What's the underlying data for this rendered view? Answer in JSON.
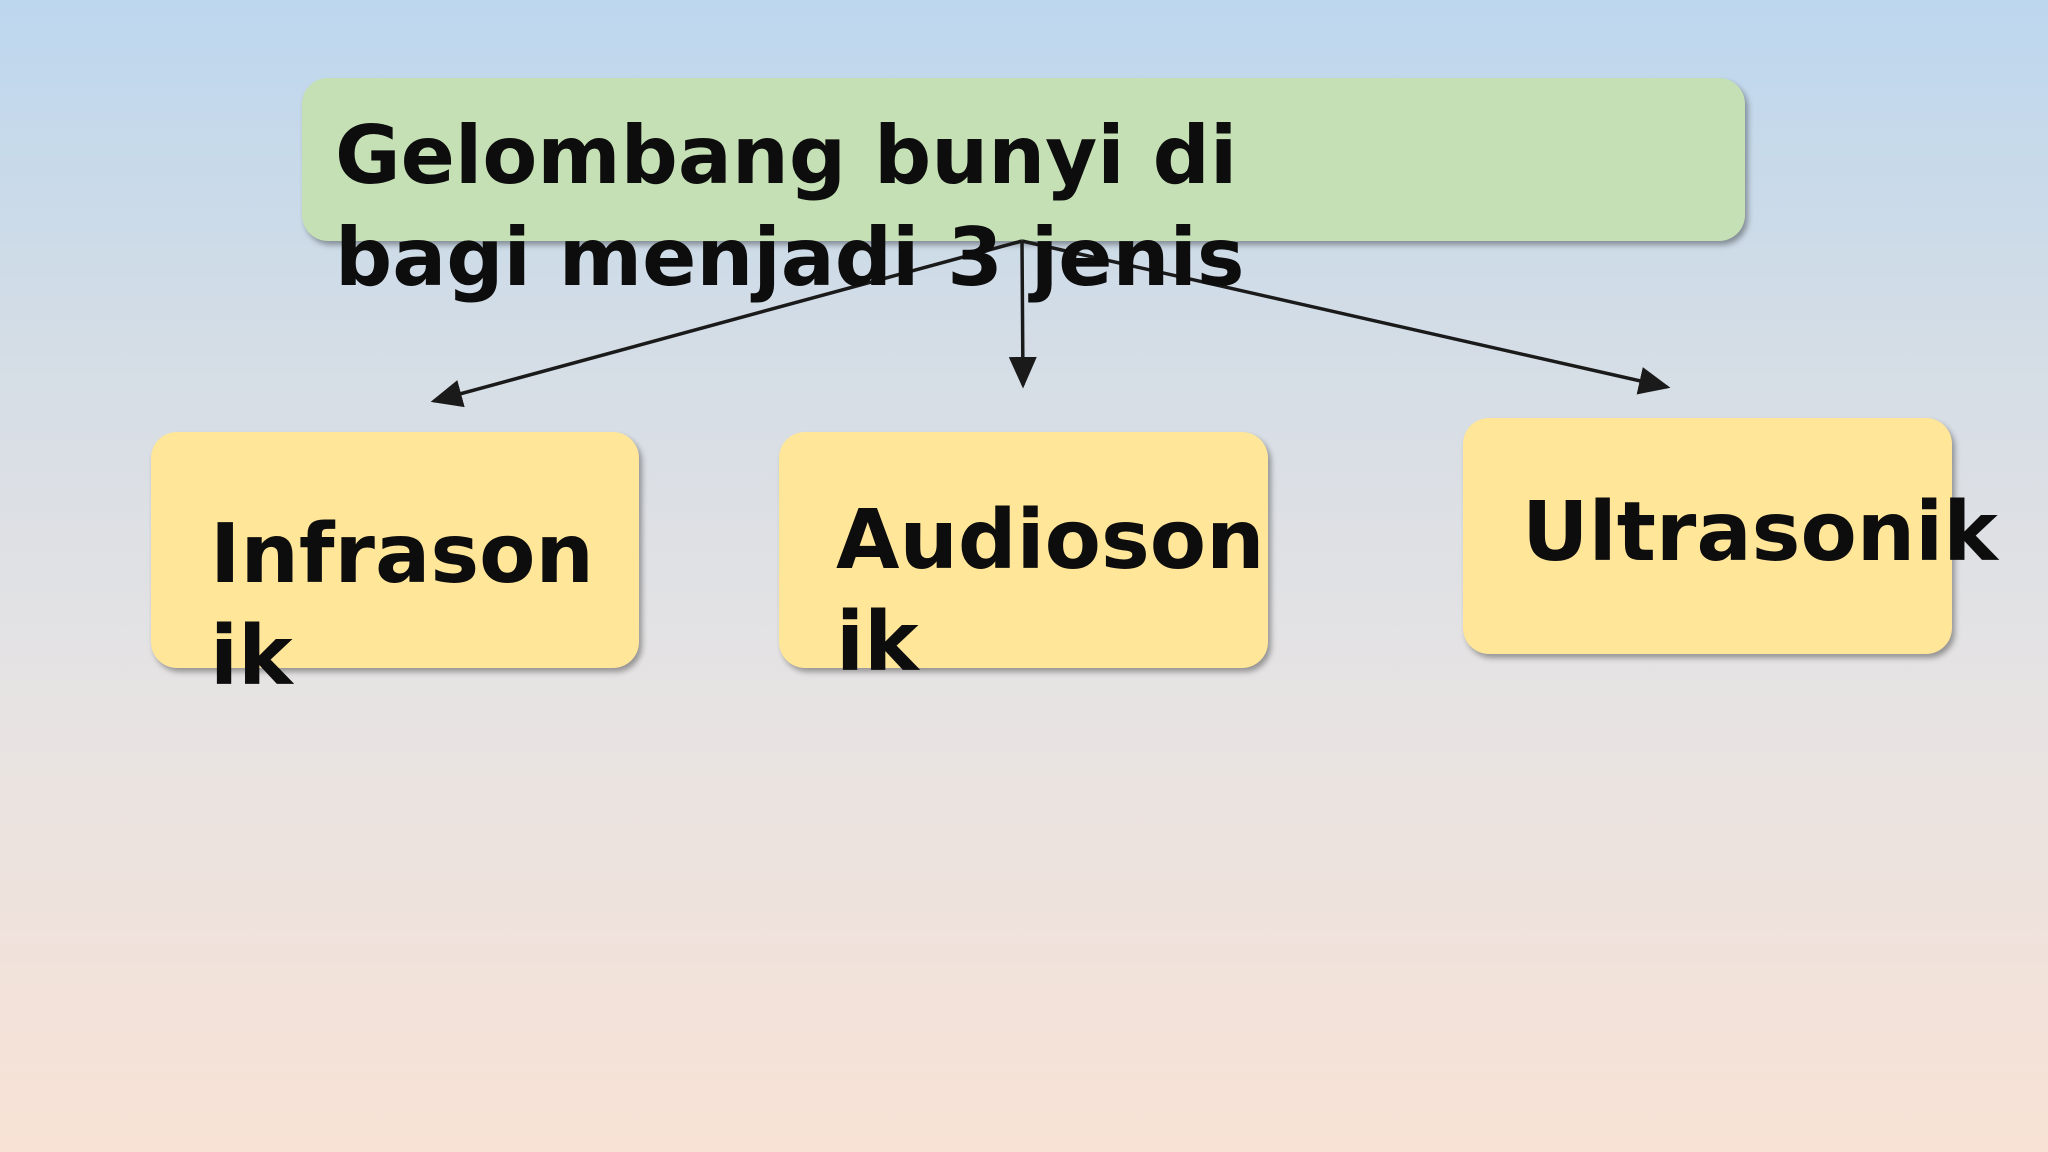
{
  "diagram": {
    "root": {
      "label": "Gelombang bunyi di bagi menjadi 3 jenis"
    },
    "children": [
      {
        "label": "Infrasonik"
      },
      {
        "label": "Audiosonik"
      },
      {
        "label": "Ultrasonik"
      }
    ]
  },
  "colors": {
    "root_fill": "#c5e0b4",
    "child_fill": "#ffe699",
    "text": "#0d0d0d",
    "connector": "#1a1a1a"
  }
}
